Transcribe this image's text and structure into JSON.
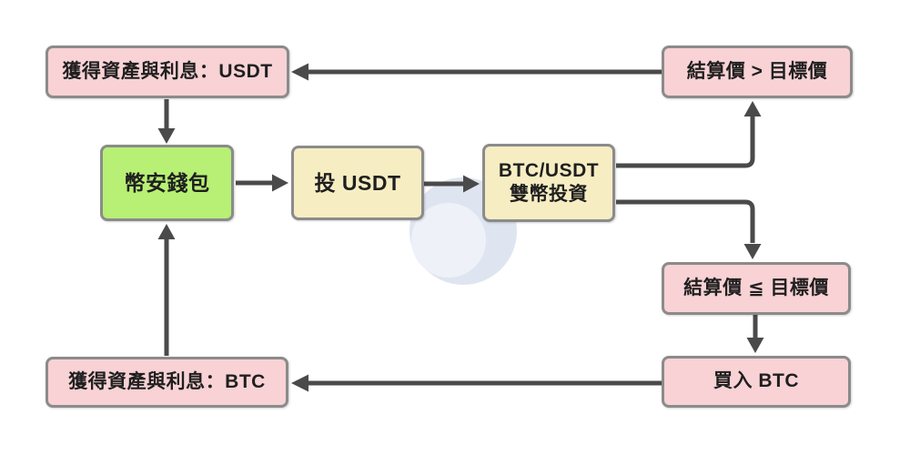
{
  "diagram": {
    "type": "flowchart",
    "language": "zh-TW",
    "topic": "BTC/USDT dual-currency investment flow",
    "nodes": {
      "usdt_interest": {
        "label": "獲得資產與利息：USDT",
        "fill": "#f8d2d5"
      },
      "settle_gt": {
        "label": "結算價 > 目標價",
        "fill": "#f8d2d5"
      },
      "wallet": {
        "label": "幣安錢包",
        "fill": "#b7f074"
      },
      "invest": {
        "label": "投 USDT",
        "fill": "#f7edc3"
      },
      "dual": {
        "line1": "BTC/USDT",
        "line2": "雙幣投資",
        "fill": "#f7edc3"
      },
      "settle_le": {
        "label": "結算價 ≦ 目標價",
        "fill": "#f8d2d5"
      },
      "buy": {
        "label": "買入 BTC",
        "fill": "#f8d2d5"
      },
      "btc_interest": {
        "label": "獲得資產與利息：BTC",
        "fill": "#f8d2d5"
      }
    },
    "edges": [
      {
        "from": "settle_gt",
        "to": "usdt_interest"
      },
      {
        "from": "usdt_interest",
        "to": "wallet"
      },
      {
        "from": "wallet",
        "to": "invest"
      },
      {
        "from": "invest",
        "to": "dual"
      },
      {
        "from": "dual",
        "to": "settle_gt"
      },
      {
        "from": "dual",
        "to": "settle_le"
      },
      {
        "from": "settle_le",
        "to": "buy"
      },
      {
        "from": "buy",
        "to": "btc_interest"
      },
      {
        "from": "btc_interest",
        "to": "wallet"
      }
    ],
    "colors": {
      "background": "#ffffff",
      "node_border": "#8b8b8b",
      "arrow": "#4a4a4a",
      "pink": "#f8d2d5",
      "green": "#b7f074",
      "yellow": "#f7edc3",
      "watermark_outer": "#dfe5f0",
      "watermark_inner": "#eef1f8",
      "text": "#1f1f1f"
    },
    "watermark": {
      "shape": "circular D logo",
      "color": "#dfe5f0"
    }
  }
}
